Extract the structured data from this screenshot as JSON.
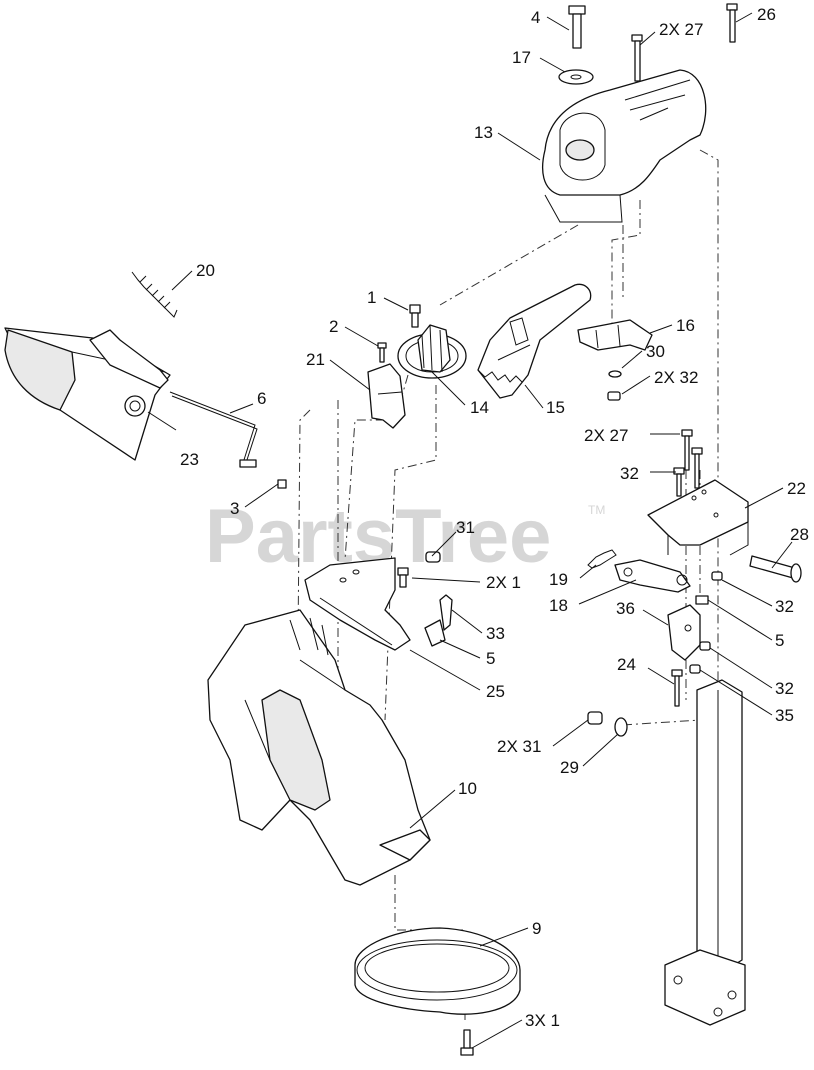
{
  "watermark": {
    "text": "PartsTree",
    "trademark": "TM"
  },
  "callouts": {
    "c4": "4",
    "c2x27_top": "2X 27",
    "c26": "26",
    "c17": "17",
    "c13": "13",
    "c20": "20",
    "c1_top": "1",
    "c2": "2",
    "c21": "21",
    "c16": "16",
    "c30": "30",
    "c2x32_top": "2X 32",
    "c6": "6",
    "c14": "14",
    "c15": "15",
    "c23": "23",
    "c2x27_mid": "2X 27",
    "c32_a": "32",
    "c22": "22",
    "c3": "3",
    "c31": "31",
    "c28": "28",
    "c2x1": "2X 1",
    "c19": "19",
    "c18": "18",
    "c32_b": "32",
    "c33": "33",
    "c36": "36",
    "c5_a": "5",
    "c5_b": "5",
    "c25": "25",
    "c24": "24",
    "c32_c": "32",
    "c35": "35",
    "c2x31": "2X 31",
    "c29": "29",
    "c10": "10",
    "c9": "9",
    "c3x1": "3X 1"
  }
}
